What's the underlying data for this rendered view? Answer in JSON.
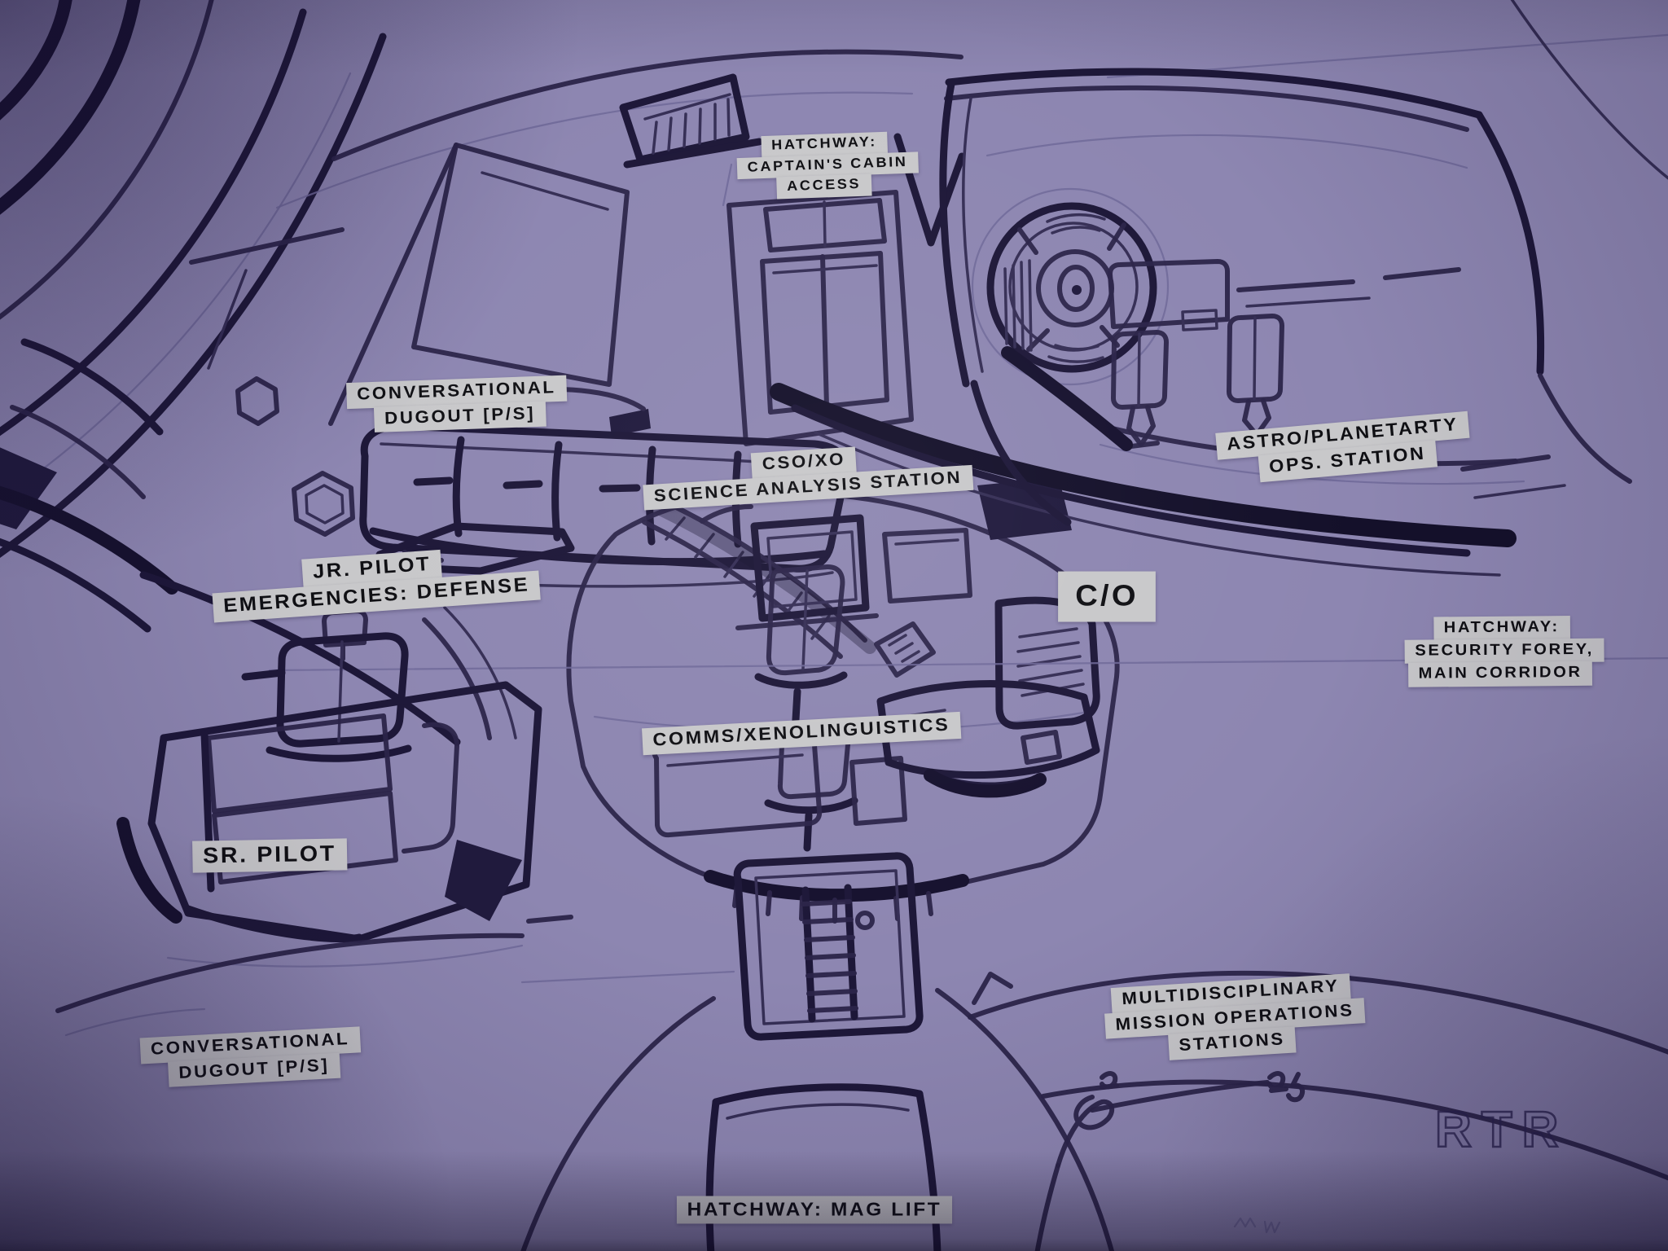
{
  "palette": {
    "background": "#8d86b1",
    "ink_dark": "#16112e",
    "ink_mid": "#2b2449",
    "ink_pencil": "#6f6899",
    "pencil_blue": "#4f5ec5",
    "label_bg": "#c8c8ca",
    "label_text": "#0f0f13",
    "watermark_outline": "#2b2450"
  },
  "labels": [
    {
      "id": "hatchway-captains-cabin",
      "lines": [
        "HATCHWAY:",
        "CAPTAIN'S CABIN",
        "ACCESS"
      ]
    },
    {
      "id": "conversational-dugout-upper",
      "lines": [
        "CONVERSATIONAL",
        "DUGOUT [P/S]"
      ]
    },
    {
      "id": "cso-xo-science",
      "lines": [
        "CSO/XO",
        "SCIENCE ANALYSIS STATION"
      ]
    },
    {
      "id": "astro-planetary-ops",
      "lines": [
        "ASTRO/PLANETARTY",
        "OPS. STATION"
      ]
    },
    {
      "id": "jr-pilot",
      "lines": [
        "JR. PILOT",
        "EMERGENCIES: DEFENSE"
      ]
    },
    {
      "id": "co-station",
      "lines": [
        "C/O"
      ]
    },
    {
      "id": "hatchway-security",
      "lines": [
        "HATCHWAY:",
        "SECURITY FOREY,",
        "MAIN CORRIDOR"
      ]
    },
    {
      "id": "comms-xenolinguistics",
      "lines": [
        "COMMS/XENOLINGUISTICS"
      ]
    },
    {
      "id": "sr-pilot",
      "lines": [
        "SR. PILOT"
      ]
    },
    {
      "id": "conversational-dugout-lower",
      "lines": [
        "CONVERSATIONAL",
        "DUGOUT [P/S]"
      ]
    },
    {
      "id": "multidisciplinary-ops",
      "lines": [
        "MULTIDISCIPLINARY",
        "MISSION OPERATIONS",
        "STATIONS"
      ]
    },
    {
      "id": "hatchway-mag-lift",
      "lines": [
        "HATCHWAY: MAG LIFT"
      ]
    }
  ],
  "signature": {
    "initial": "R",
    "superscript": "2",
    "year_mark": "25"
  },
  "watermark": {
    "text": "RTR"
  }
}
